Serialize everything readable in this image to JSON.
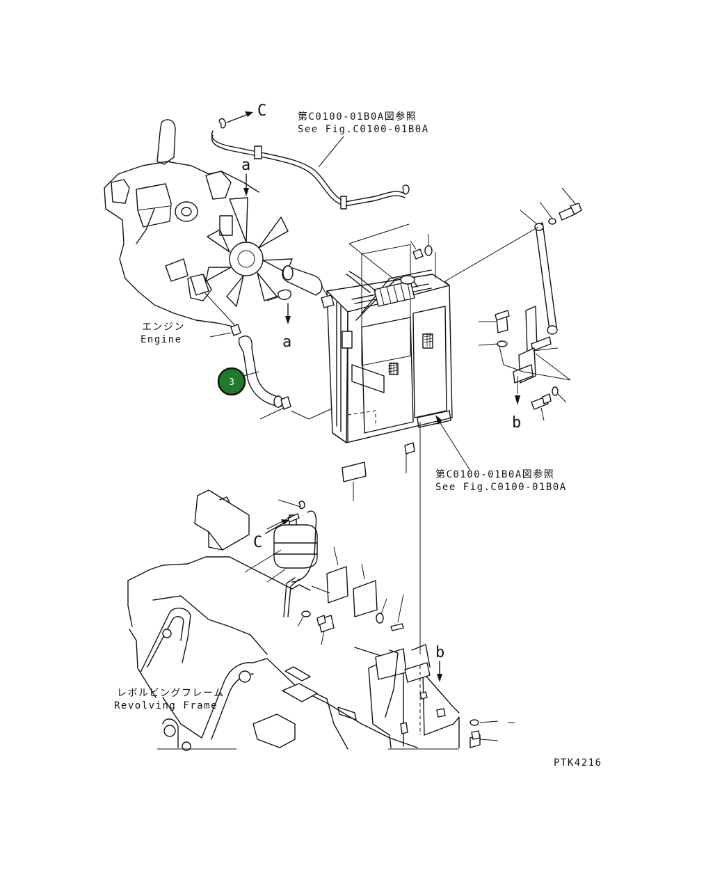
{
  "drawing": {
    "code": "PTK4216",
    "labels": {
      "engine_jp": "エンジン",
      "engine_en": "Engine",
      "frame_jp": "レボルビングフレーム",
      "frame_en": "Revolving Frame",
      "ref_top_jp": "第C0100-01B0A図参照",
      "ref_top_en": "See Fig.C0100-01B0A",
      "ref_mid_jp": "第C0100-01B0A図参照",
      "ref_mid_en": "See Fig.C0100-01B0A"
    },
    "markers": {
      "c_top": "C",
      "c_mid": "C",
      "a_top": "a",
      "a_mid": "a",
      "b_right": "b",
      "b_low": "b"
    }
  },
  "callouts": [
    {
      "number": "3",
      "color": "#1f7a2c",
      "ring_color": "#111111",
      "text_color": "#ffffff"
    }
  ]
}
